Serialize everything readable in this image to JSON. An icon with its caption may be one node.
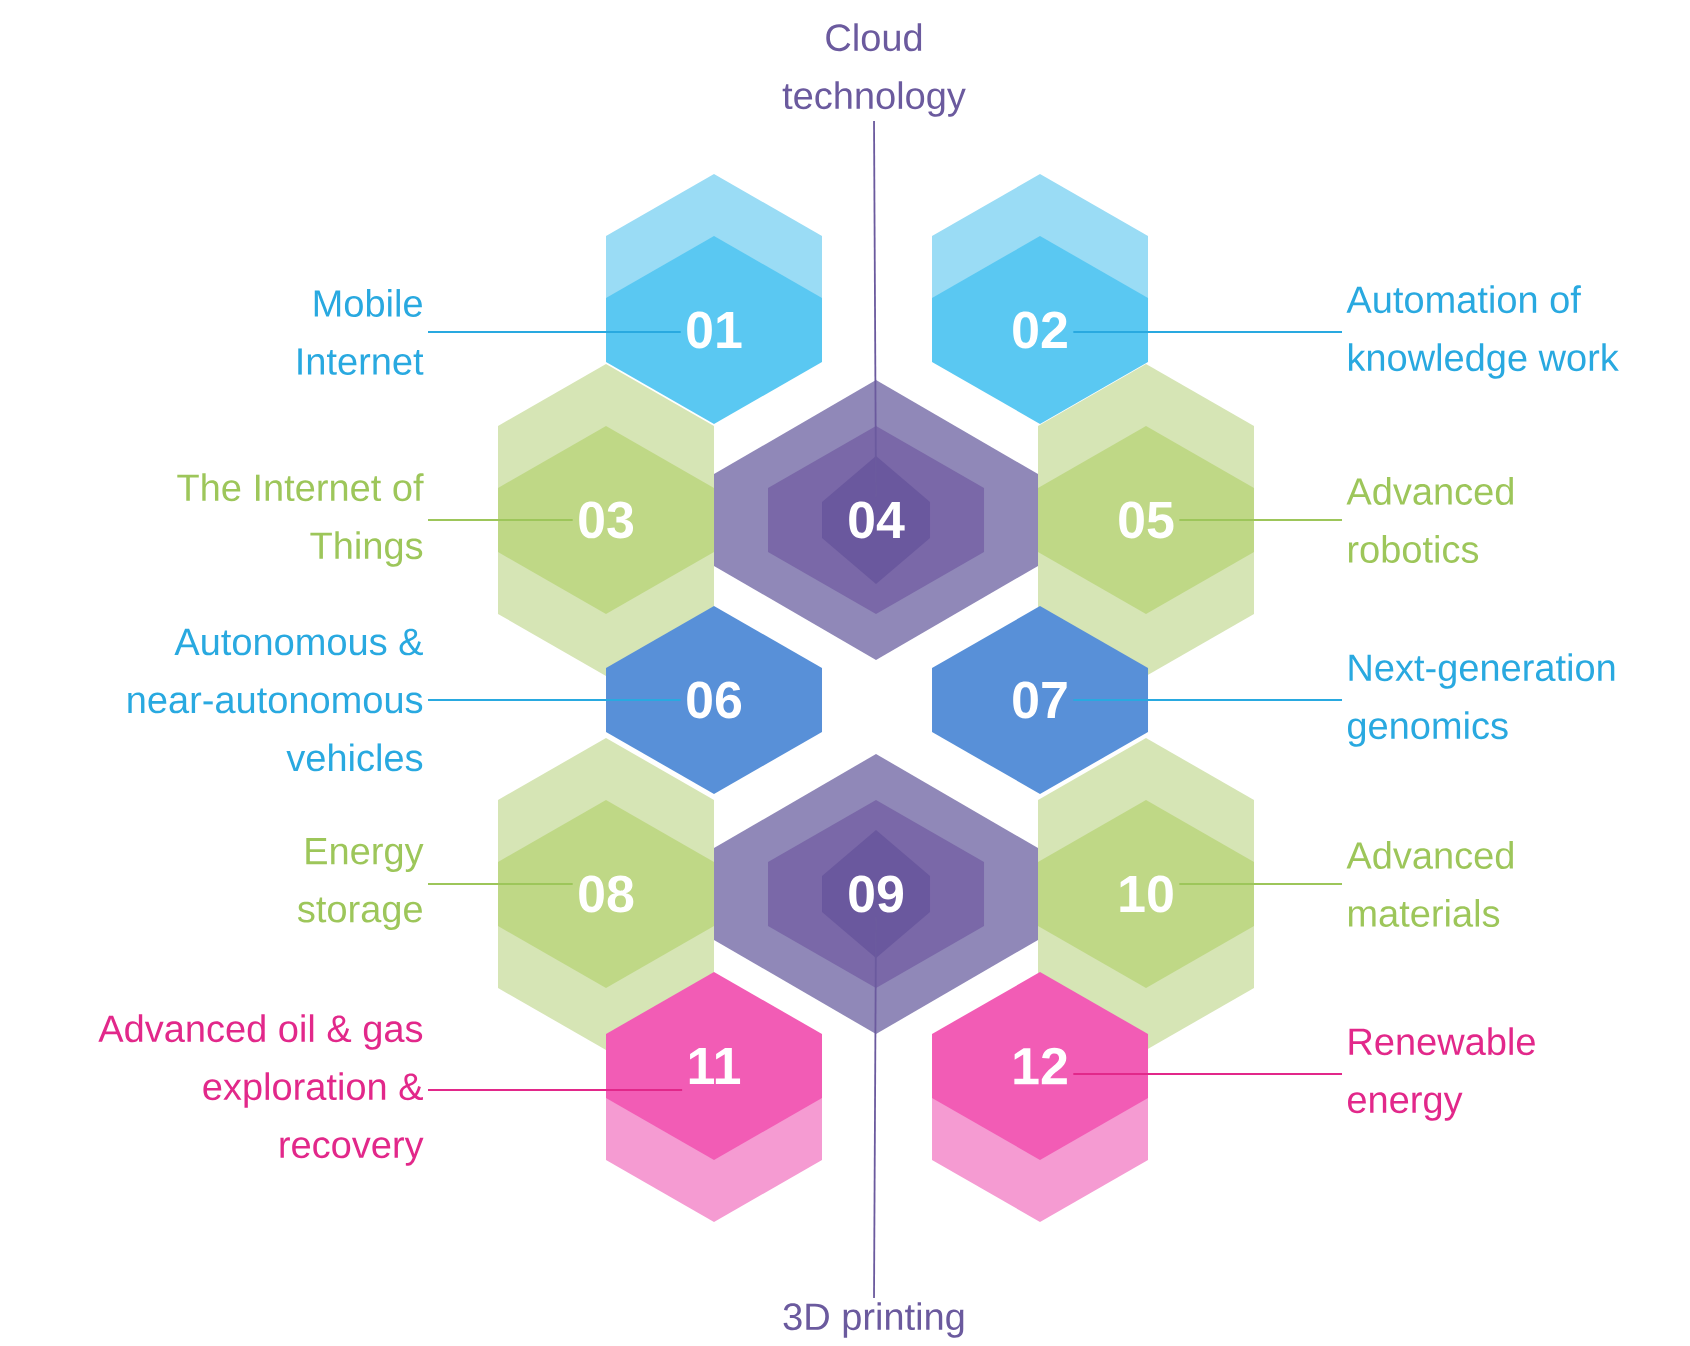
{
  "diagram": {
    "nodes": [
      {
        "text": [
          "Cloud technology"
        ]
      },
      {
        "text": [
          "Mobile Internet"
        ]
      },
      {
        "text": [
          "01"
        ]
      },
      {
        "text": [
          "02"
        ]
      },
      {
        "text": [
          "Automation of knowledge work"
        ]
      },
      {
        "text": [
          "The Internet of Things"
        ]
      },
      {
        "text": [
          "03"
        ]
      },
      {
        "text": [
          "04"
        ]
      },
      {
        "text": [
          "05"
        ]
      },
      {
        "text": [
          "Advanced robotics"
        ]
      },
      {
        "text": [
          "Autonomous & near-autonomous vehicles"
        ]
      },
      {
        "text": [
          "06"
        ]
      },
      {
        "text": [
          "07"
        ]
      },
      {
        "text": [
          "Next-generation genomics"
        ]
      },
      {
        "text": [
          "Energy storage"
        ]
      },
      {
        "text": [
          "08"
        ]
      },
      {
        "text": [
          "09"
        ]
      },
      {
        "text": [
          "10"
        ]
      },
      {
        "text": [
          "Advanced materials"
        ]
      },
      {
        "text": [
          "Advanced oil & gas exploration & recovery"
        ]
      },
      {
        "text": [
          "11"
        ]
      },
      {
        "text": [
          "12"
        ]
      },
      {
        "text": [
          "Renewable energy"
        ]
      },
      {
        "text": [
          "3D printing"
        ]
      }
    ],
    "edges": [
      {
        "from": 0,
        "to": 7,
        "arrow": "none",
        "color": "#6b5a9e"
      },
      {
        "from": 1,
        "to": 2,
        "arrow": "none",
        "color": "#29a9e0"
      },
      {
        "from": 4,
        "to": 3,
        "arrow": "none",
        "color": "#29a9e0"
      },
      {
        "from": 5,
        "to": 6,
        "arrow": "none",
        "color": "#9dc65a"
      },
      {
        "from": 9,
        "to": 8,
        "arrow": "none",
        "color": "#9dc65a"
      },
      {
        "from": 10,
        "to": 11,
        "arrow": "none",
        "color": "#29a9e0"
      },
      {
        "from": 13,
        "to": 12,
        "arrow": "none",
        "color": "#29a9e0"
      },
      {
        "from": 14,
        "to": 15,
        "arrow": "none",
        "color": "#9dc65a"
      },
      {
        "from": 18,
        "to": 17,
        "arrow": "none",
        "color": "#9dc65a"
      },
      {
        "from": 19,
        "to": 20,
        "arrow": "none",
        "color": "#e2288a"
      },
      {
        "from": 22,
        "to": 21,
        "arrow": "none",
        "color": "#e2288a"
      },
      {
        "from": 23,
        "to": 16,
        "arrow": "none",
        "color": "#6b5a9e"
      }
    ]
  }
}
